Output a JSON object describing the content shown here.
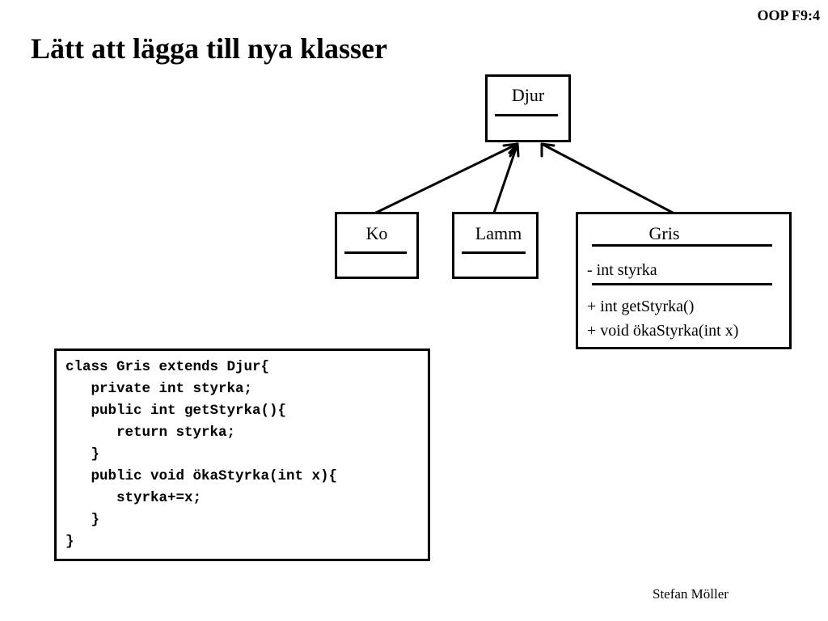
{
  "slide": {
    "number": "OOP F9:4",
    "title": "Lätt att lägga till nya klasser",
    "author": "Stefan Möller"
  },
  "diagram": {
    "parent": {
      "name": "Djur"
    },
    "children": [
      {
        "name": "Ko"
      },
      {
        "name": "Lamm"
      },
      {
        "name": "Gris",
        "attributes": [
          "- int styrka"
        ],
        "methods": [
          "+ int getStyrka()",
          "+ void ökaStyrka(int x)"
        ]
      }
    ]
  },
  "code": {
    "lines": [
      "class Gris extends Djur{",
      "   private int styrka;",
      "   public int getStyrka(){",
      "      return styrka;",
      "   }",
      "   public void ökaStyrka(int x){",
      "      styrka+=x;",
      "   }",
      "}"
    ]
  }
}
